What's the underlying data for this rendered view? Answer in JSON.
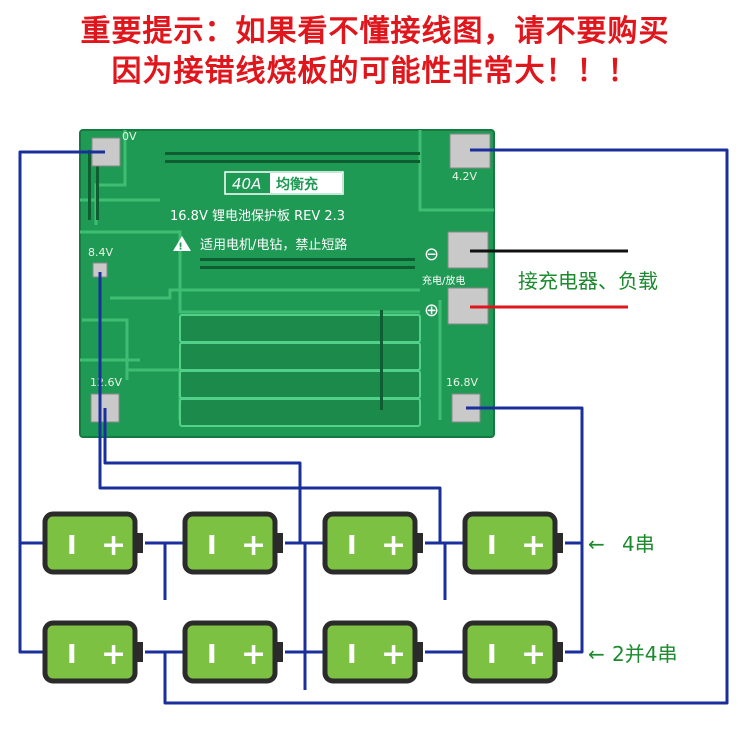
{
  "warning": {
    "line1": "重要提示：如果看不懂接线图，请不要购买",
    "line2": "因为接错线烧板的可能性非常大！！！"
  },
  "board": {
    "badge_left": "40A",
    "badge_right": "均衡充",
    "title": "16.8V 锂电池保护板 REV 2.3",
    "usage": "适用电机/电钻，禁止短路",
    "pad_0v": "0V",
    "pad_4v2": "4.2V",
    "pad_8v4": "8.4V",
    "pad_12v6": "12.6V",
    "pad_16v8": "16.8V",
    "charge_discharge": "充电/放电",
    "minus": "⊖",
    "plus": "⊕"
  },
  "labels": {
    "charger_load": "接充电器、负载",
    "series4": "4串",
    "parallel2_series4": "2并4串",
    "arrow": "←"
  },
  "battery": {
    "minus_symbol": "I",
    "plus_symbol": "+"
  },
  "colors": {
    "warning": "#e0161d",
    "wire_blue": "#1a2f9c",
    "wire_black": "#111111",
    "wire_red": "#e0161d",
    "board_green": "#1f9a55",
    "battery_fill": "#7dc142",
    "label_green": "#1c8a2e"
  }
}
